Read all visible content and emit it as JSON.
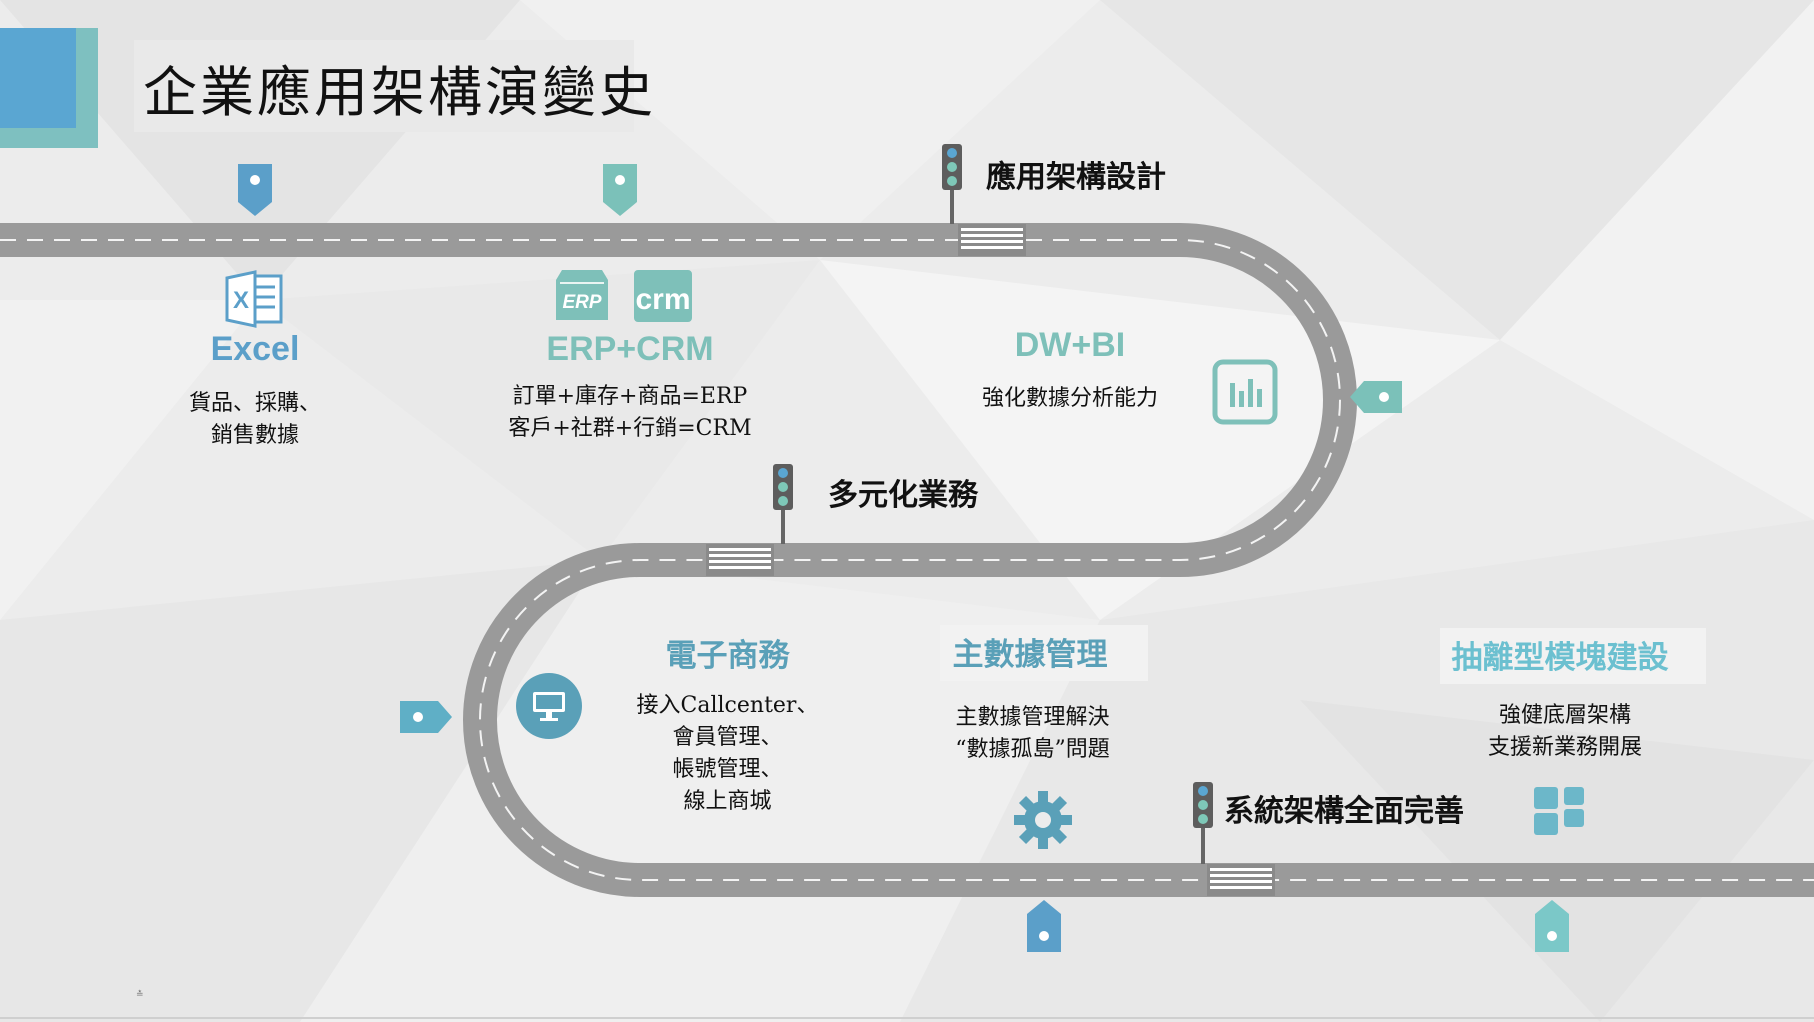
{
  "slide": {
    "title": "企業應用架構演變史"
  },
  "milestones": {
    "design": "應用架構設計",
    "diversified": "多元化業務",
    "complete": "系統架構全面完善"
  },
  "stages": {
    "excel": {
      "title": "Excel",
      "lines": [
        "貨品、採購、",
        "銷售數據"
      ],
      "icon": "excel-icon",
      "marker": "pin-marker"
    },
    "erpcrm": {
      "title": "ERP+CRM",
      "lines": [
        "訂單+庫存+商品=ERP",
        "客戶+社群+行銷=CRM"
      ],
      "icons": [
        "erp-icon",
        "crm-icon"
      ],
      "erp_label": "ERP",
      "crm_label": "crm",
      "marker": "pin-marker"
    },
    "dwbi": {
      "title": "DW+BI",
      "lines": [
        "強化數據分析能力"
      ],
      "icon": "bar-chart-icon",
      "marker": "tag-marker"
    },
    "ecommerce": {
      "title": "電子商務",
      "lines": [
        "接入Callcenter、",
        "會員管理、",
        "帳號管理、",
        "線上商城"
      ],
      "icon": "monitor-icon",
      "marker": "tag-marker"
    },
    "mdm": {
      "title": "主數據管理",
      "lines": [
        "主數據管理解決",
        "“數據孤島”問題"
      ],
      "icon": "gear-icon",
      "marker": "house-marker"
    },
    "modular": {
      "title": "抽離型模塊建設",
      "lines": [
        "強健底層架構",
        "支援新業務開展"
      ],
      "icon": "blocks-icon",
      "marker": "house-marker"
    }
  },
  "footer": {
    "mark": "≛"
  },
  "colors": {
    "accent_blue": "#5a9ec9",
    "accent_teal": "#76c1b5",
    "road": "#9a9a9a",
    "light": "#f3f3f3"
  }
}
